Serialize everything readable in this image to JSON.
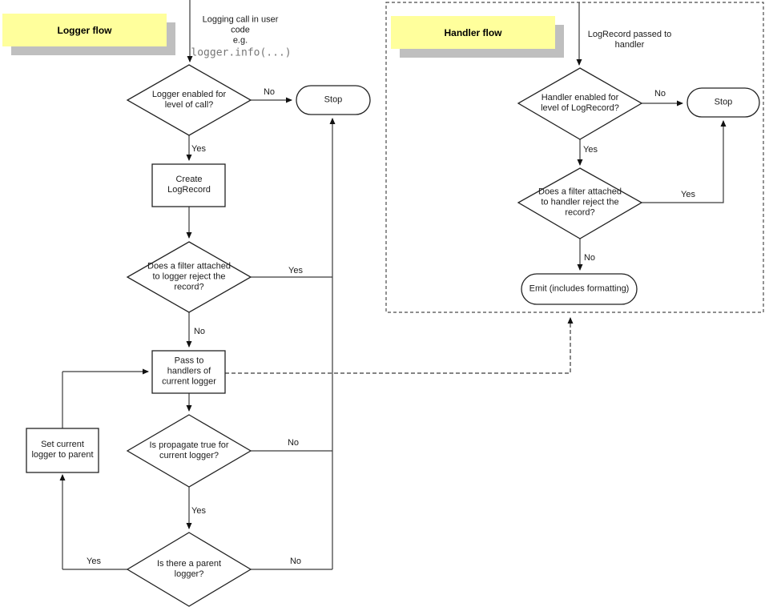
{
  "logger": {
    "title": "Logger flow",
    "start_text": "Logging call in user\ncode\ne.g.",
    "start_code": "logger.info(...)",
    "level_decision": "Logger enabled for\nlevel of call?",
    "stop_label": "Stop",
    "create_box": "Create\nLogRecord",
    "filter_decision": "Does a filter attached\nto logger reject the\nrecord?",
    "pass_box": "Pass to\nhandlers of\ncurrent logger",
    "propagate_decision": "Is propagate true for\ncurrent logger?",
    "set_parent_box": "Set current\nlogger to parent",
    "parent_decision": "Is there a parent\nlogger?",
    "labels": {
      "level_no": "No",
      "level_yes": "Yes",
      "filter_yes": "Yes",
      "filter_no": "No",
      "propagate_no": "No",
      "propagate_yes": "Yes",
      "parent_yes": "Yes",
      "parent_no": "No"
    }
  },
  "handler": {
    "title": "Handler flow",
    "start_text": "LogRecord passed to\nhandler",
    "level_decision": "Handler enabled for\nlevel of LogRecord?",
    "stop_label": "Stop",
    "filter_decision": "Does a filter attached\nto handler reject the\nrecord?",
    "emit_box": "Emit (includes formatting)",
    "labels": {
      "level_no": "No",
      "level_yes": "Yes",
      "filter_yes": "Yes",
      "filter_no": "No"
    }
  },
  "colors": {
    "banner_bg": "#ffff9c",
    "banner_shadow": "#bfbfbf",
    "line": "#2f2f2f",
    "code_text": "#767676"
  }
}
